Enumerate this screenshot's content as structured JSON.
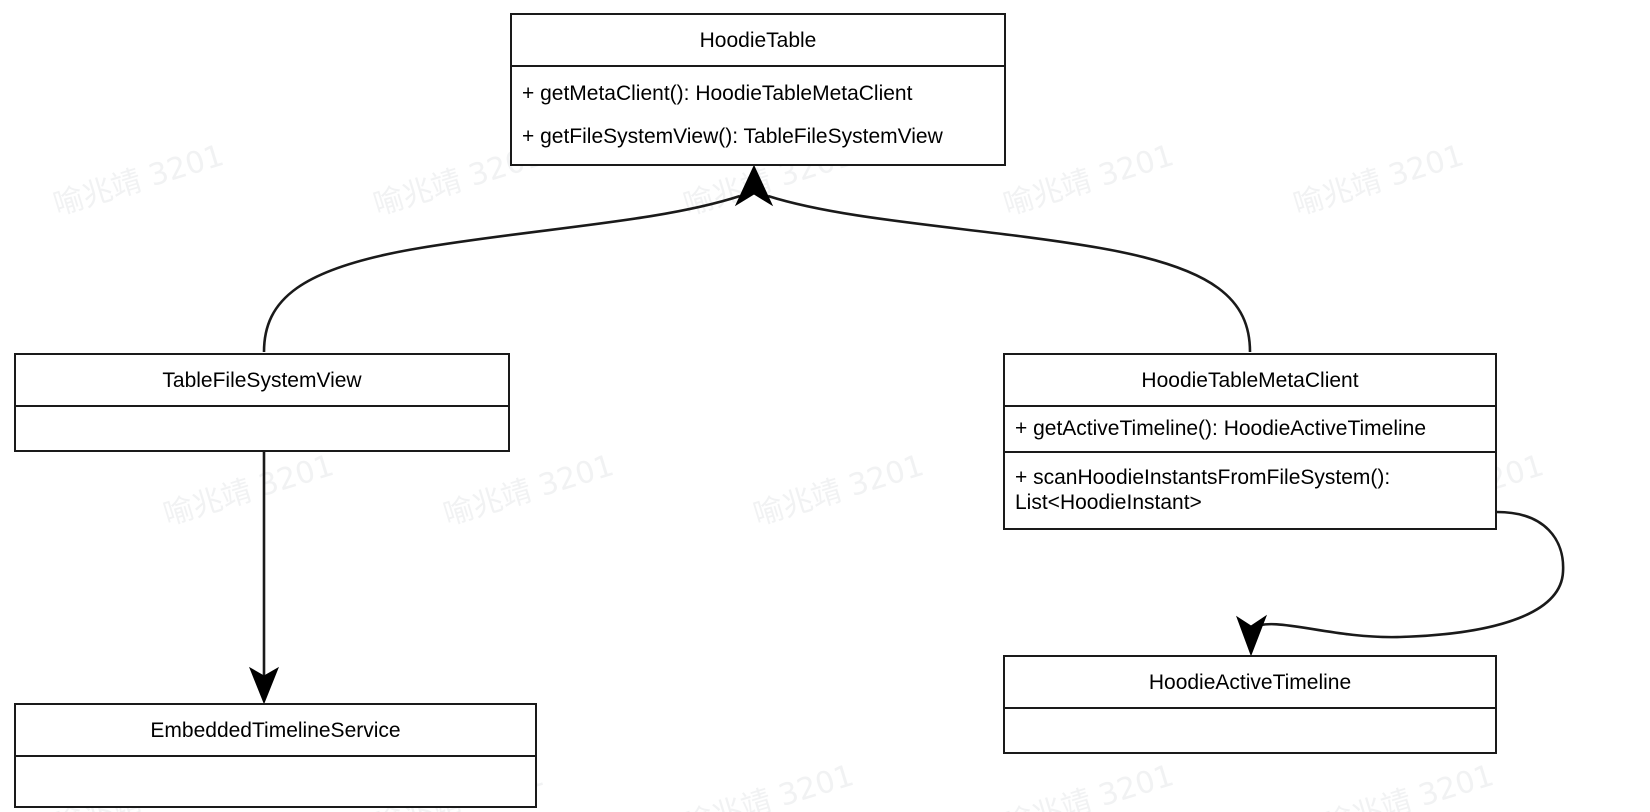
{
  "diagram": {
    "type": "uml-class-diagram",
    "background_color": "#ffffff",
    "line_color": "#1a1a1a",
    "watermark": {
      "text": "喻兆靖 3201",
      "color": "#f1f2f3"
    },
    "classes": [
      {
        "id": "hoodie-table",
        "name": "HoodieTable",
        "members": [
          "+ getMetaClient(): HoodieTableMetaClient",
          "+ getFileSystemView(): TableFileSystemView"
        ],
        "separators": false
      },
      {
        "id": "table-file-system-view",
        "name": "TableFileSystemView",
        "members": [],
        "separators": false
      },
      {
        "id": "hoodie-table-meta-client",
        "name": "HoodieTableMetaClient",
        "members": [
          "+ getActiveTimeline(): HoodieActiveTimeline",
          "+ scanHoodieInstantsFromFileSystem():\nList<HoodieInstant>"
        ],
        "separators": true
      },
      {
        "id": "embedded-timeline-service",
        "name": "EmbeddedTimelineService",
        "members": [],
        "separators": false
      },
      {
        "id": "hoodie-active-timeline",
        "name": "HoodieActiveTimeline",
        "members": [],
        "separators": false
      }
    ],
    "edges": [
      {
        "id": "edge-table-file-system-view-to-hoodie-table",
        "from": "TableFileSystemView",
        "to": "HoodieTable",
        "arrow": "filled-triangle-at-target",
        "style": "curved"
      },
      {
        "id": "edge-hoodie-table-meta-client-to-hoodie-table",
        "from": "HoodieTableMetaClient",
        "to": "HoodieTable",
        "arrow": "filled-triangle-at-target",
        "style": "curved"
      },
      {
        "id": "edge-table-file-system-view-to-embedded-timeline-service",
        "from": "TableFileSystemView",
        "to": "EmbeddedTimelineService",
        "arrow": "filled-triangle-at-target",
        "style": "straight"
      },
      {
        "id": "edge-hoodie-table-meta-client-to-hoodie-active-timeline",
        "from": "HoodieTableMetaClient",
        "to": "HoodieActiveTimeline",
        "arrow": "filled-triangle-at-target",
        "style": "curved"
      }
    ]
  }
}
